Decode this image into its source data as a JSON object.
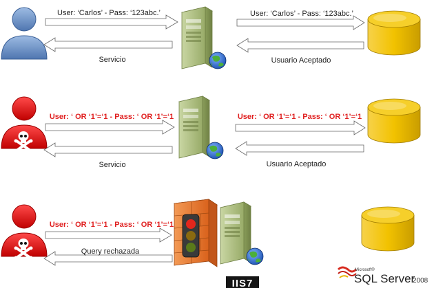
{
  "rows": [
    {
      "client": "user",
      "request_label": "User: ‘Carlos’ - Pass: ‘123abc.’",
      "db_request_label": "User: ‘Carlos’ - Pass: ‘123abc.’",
      "response_label": "Servicio",
      "db_response_label": "Usuario Aceptado",
      "highlight_color": "#222222"
    },
    {
      "client": "attacker",
      "request_label": "User: ‘ OR ‘1’=‘1 - Pass: ‘ OR ‘1’=‘1",
      "db_request_label": "User: ‘ OR ‘1’=‘1 - Pass: ‘ OR ‘1’=‘1",
      "response_label": "Servicio",
      "db_response_label": "Usuario Aceptado",
      "highlight_color": "#e02020"
    },
    {
      "client": "attacker",
      "request_label": "User: ‘ OR ‘1’=‘1 - Pass: ‘ OR ‘1’=‘1",
      "response_label": "Query rechazada",
      "blocked_by": "firewall",
      "highlight_color": "#e02020"
    }
  ],
  "logos": {
    "iis": "IIS7",
    "sql_vendor": "Microsoft®",
    "sql_product": "SQL Server",
    "sql_version": "2008"
  },
  "colors": {
    "user": "#6f95c8",
    "attacker": "#e01818",
    "server": "#a9ba7c",
    "database": "#f2c200",
    "firewall": "#e8762a",
    "arrow_fill": "#ffffff",
    "arrow_stroke": "#555555"
  }
}
